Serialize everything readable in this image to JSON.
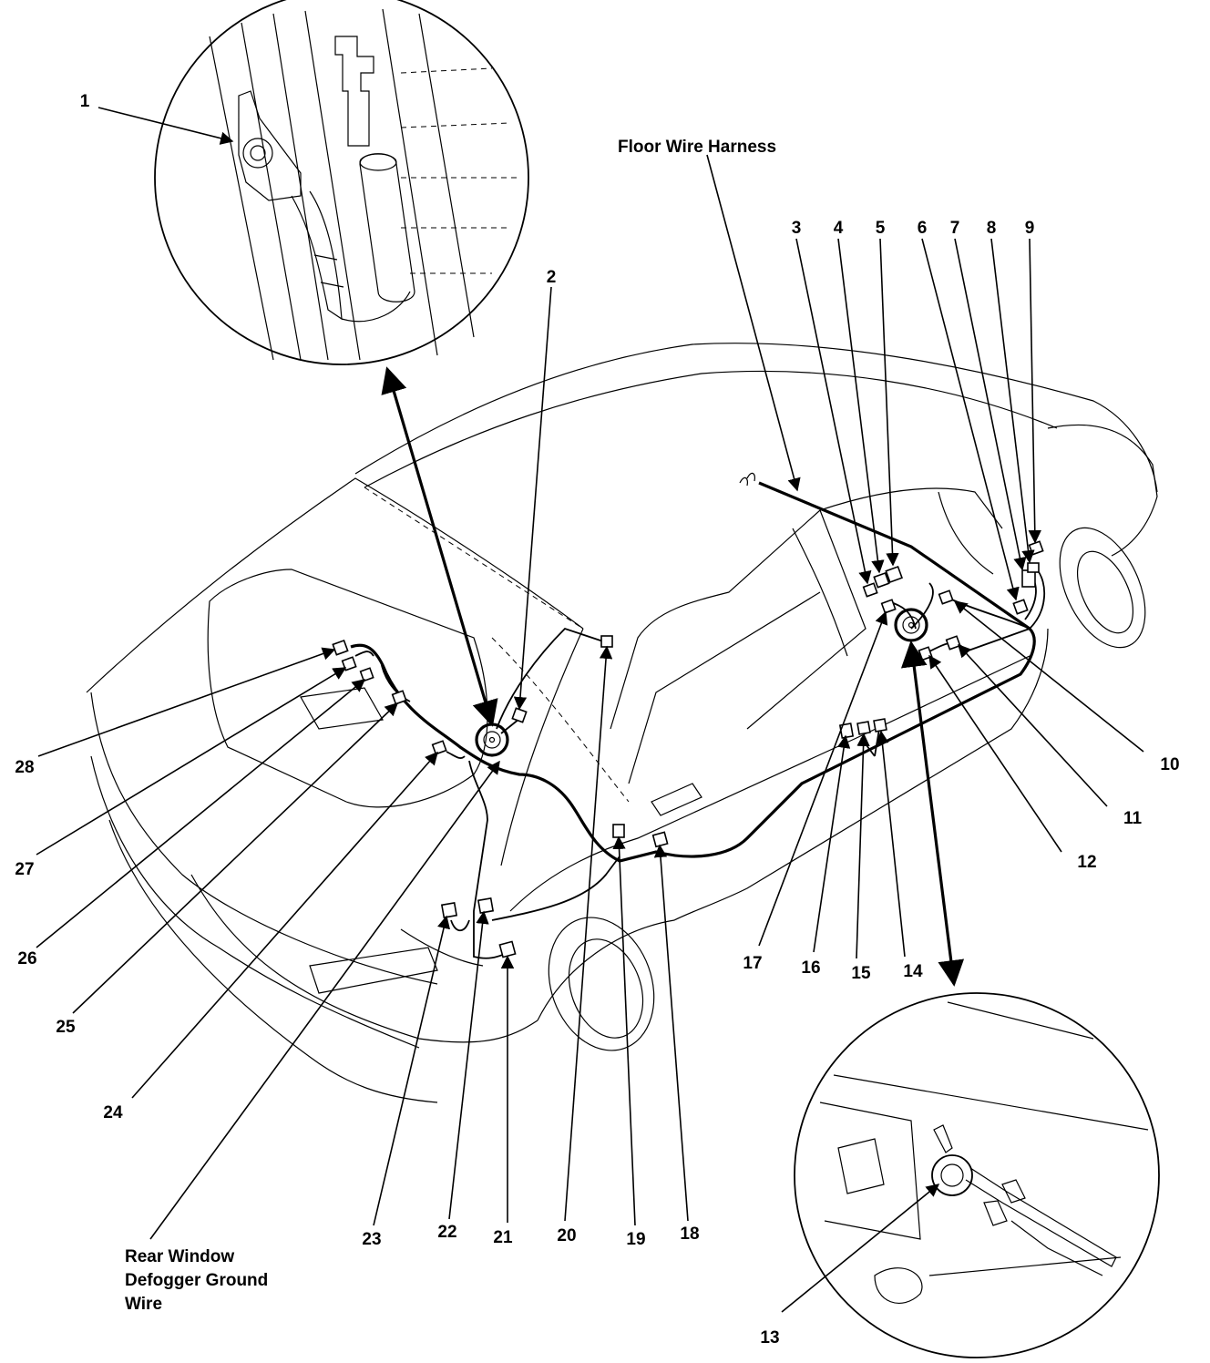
{
  "diagram": {
    "labels": {
      "floor_wire_harness": "Floor Wire Harness",
      "rear_window_line1": "Rear Window",
      "rear_window_line2": "Defogger Ground",
      "rear_window_line3": "Wire"
    },
    "callouts": [
      "1",
      "2",
      "3",
      "4",
      "5",
      "6",
      "7",
      "8",
      "9",
      "10",
      "11",
      "12",
      "13",
      "14",
      "15",
      "16",
      "17",
      "18",
      "19",
      "20",
      "21",
      "22",
      "23",
      "24",
      "25",
      "26",
      "27",
      "28"
    ],
    "icons": {
      "arrow": "arrow-icon",
      "connector": "connector-icon",
      "ground_bolt": "ground-bolt-icon"
    }
  }
}
